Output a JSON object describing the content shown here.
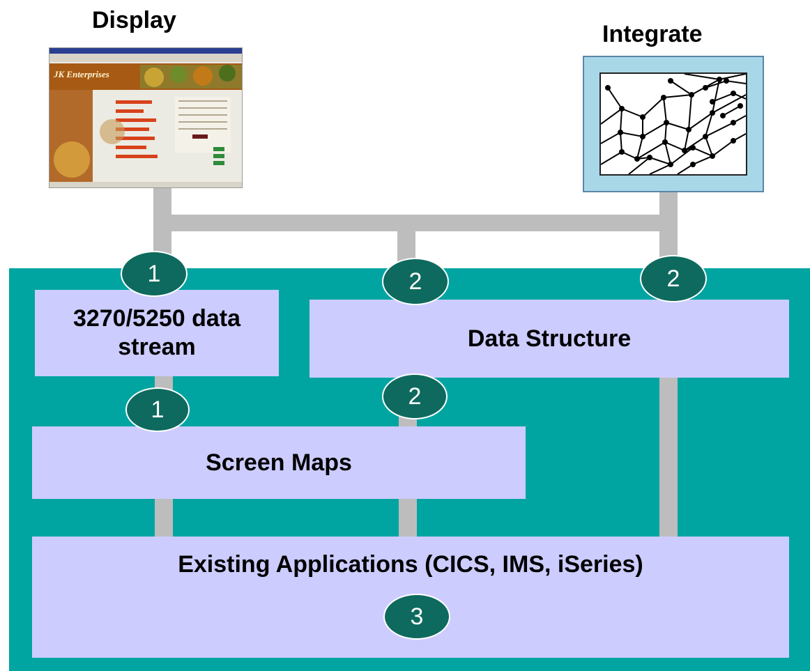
{
  "titles": {
    "display": "Display",
    "integrate": "Integrate"
  },
  "display_thumbnail": {
    "site_name": "JK Enterprises"
  },
  "boxes": {
    "datastream": "3270/5250 data\nstream",
    "data_structure": "Data Structure",
    "screen_maps": "Screen Maps",
    "existing_apps": "Existing Applications  (CICS, IMS, iSeries)"
  },
  "badges": {
    "b1_top": "1",
    "b1_bottom": "1",
    "b2_top_mid": "2",
    "b2_top_right": "2",
    "b2_bottom": "2",
    "b3": "3"
  },
  "colors": {
    "teal_panel": "#00a5a2",
    "box_fill": "#ccccff",
    "badge_fill": "#0e6a5e",
    "connector": "#bdbdbd",
    "integrate_frame": "#a8d8e8"
  },
  "icons": {
    "display": "web-page-screenshot-icon",
    "integrate": "network-graph-icon"
  }
}
